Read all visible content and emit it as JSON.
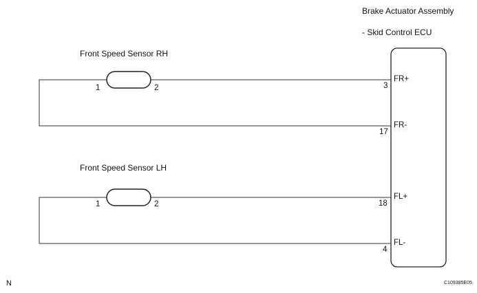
{
  "ecu": {
    "title": "Brake Actuator Assembly",
    "subtitle": "- Skid Control ECU"
  },
  "sensors": [
    {
      "name": "Front Speed Sensor RH",
      "pin_left": "1",
      "pin_right": "2",
      "ecu_pins": [
        {
          "signal": "FR+",
          "pin": "3"
        },
        {
          "signal": "FR-",
          "pin": "17"
        }
      ]
    },
    {
      "name": "Front Speed Sensor LH",
      "pin_left": "1",
      "pin_right": "2",
      "ecu_pins": [
        {
          "signal": "FL+",
          "pin": "18"
        },
        {
          "signal": "FL-",
          "pin": "4"
        }
      ]
    }
  ],
  "footer": {
    "left_mark": "N",
    "code": "C109385E05"
  }
}
